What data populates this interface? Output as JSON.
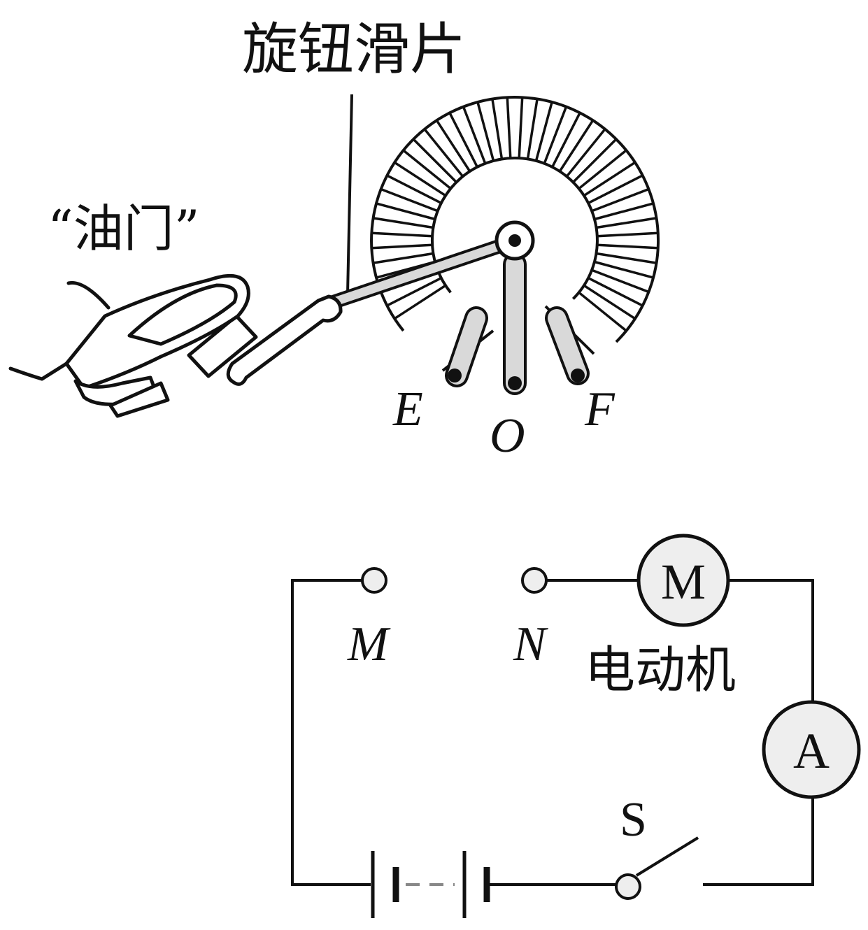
{
  "throttle_figure": {
    "knob_slider_label": "旋钮滑片",
    "throttle_label": "“油门”",
    "terminal_e": "E",
    "terminal_o": "O",
    "terminal_f": "F"
  },
  "circuit": {
    "terminal_m": "M",
    "terminal_n": "N",
    "motor_symbol": "M",
    "motor_label": "电动机",
    "ammeter_symbol": "A",
    "switch_label": "S"
  },
  "colors": {
    "line": "#111111",
    "meter_fill": "#eeeeee",
    "arm_fill": "#d9d9d9",
    "battery_dash": "#888888"
  }
}
